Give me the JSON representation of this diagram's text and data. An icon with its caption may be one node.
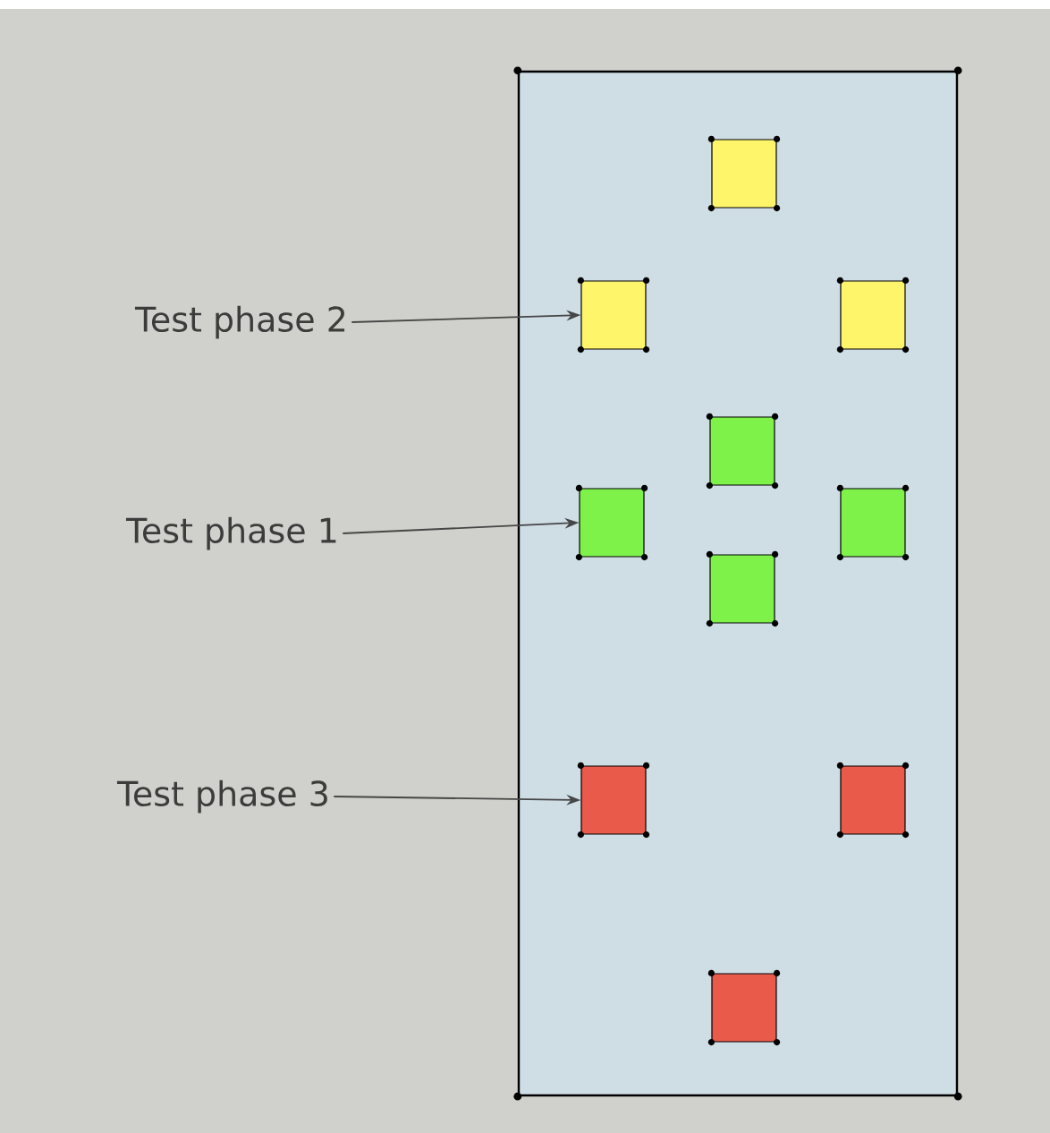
{
  "diagram": {
    "nodes": [
      {
        "text": [],
        "shape": "box"
      },
      {
        "text": [],
        "shape": "box",
        "in": 0
      },
      {
        "text": [],
        "shape": "box",
        "in": 0
      },
      {
        "text": [],
        "shape": "box",
        "in": 0
      },
      {
        "text": [],
        "shape": "box",
        "in": 0
      },
      {
        "text": [],
        "shape": "box",
        "in": 0
      },
      {
        "text": [],
        "shape": "box",
        "in": 0
      },
      {
        "text": [],
        "shape": "box",
        "in": 0
      },
      {
        "text": [],
        "shape": "box",
        "in": 0
      },
      {
        "text": [],
        "shape": "box",
        "in": 0
      },
      {
        "text": [],
        "shape": "box",
        "in": 0
      },
      {
        "text": [
          "Test phase 2"
        ]
      },
      {
        "text": [
          "Test phase 1"
        ]
      },
      {
        "text": [
          "Test phase 3"
        ]
      }
    ],
    "edges": [
      {
        "from": 11,
        "to": 2,
        "arrow": "to"
      },
      {
        "from": 12,
        "to": 5,
        "arrow": "to"
      },
      {
        "from": 13,
        "to": 8,
        "arrow": "to"
      }
    ]
  }
}
